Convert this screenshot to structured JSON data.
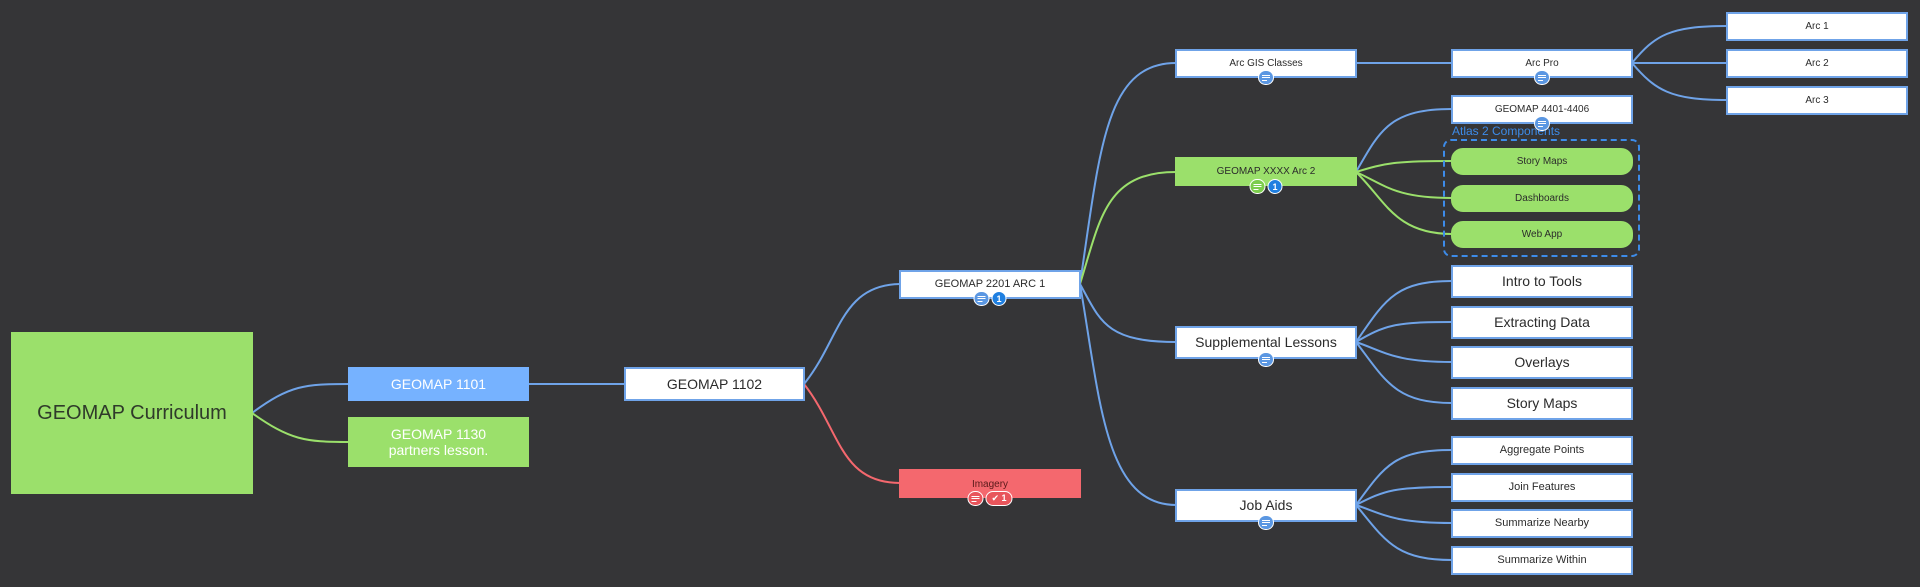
{
  "colors": {
    "background": "#353537",
    "link_blue": "#6fa3e8",
    "link_green": "#9be06b",
    "link_red": "#f4686e",
    "boundary": "#3d8be8"
  },
  "nodes": {
    "root": "GEOMAP Curriculum",
    "geomap_1101": "GEOMAP 1101",
    "geomap_1130": "GEOMAP 1130\npartners lesson.",
    "geomap_1102": "GEOMAP 1102",
    "geomap_2201": "GEOMAP 2201 ARC 1",
    "imagery": "Imagery",
    "arc_gis_classes": "Arc GIS Classes",
    "geomap_xxxx_arc2": "GEOMAP XXXX Arc 2",
    "supplemental_lessons": "Supplemental Lessons",
    "job_aids": "Job Aids",
    "arc_pro": "Arc Pro",
    "arc_1": "Arc 1",
    "arc_2": "Arc 2",
    "arc_3": "Arc 3",
    "geomap_4401_4406": "GEOMAP 4401-4406",
    "story_maps_comp": "Story Maps",
    "dashboards": "Dashboards",
    "web_app": "Web App",
    "intro_to_tools": "Intro to Tools",
    "extracting_data": "Extracting Data",
    "overlays": "Overlays",
    "story_maps_lesson": "Story Maps",
    "aggregate_points": "Aggregate Points",
    "join_features": "Join Features",
    "summarize_nearby": "Summarize Nearby",
    "summarize_within": "Summarize Within"
  },
  "boundary": {
    "label": "Atlas 2 Components"
  },
  "badges": {
    "geomap_2201_count": "1",
    "geomap_xxxx_count": "1",
    "imagery_task": "✔ 1"
  },
  "icons": {
    "note": "note-icon",
    "task": "check-icon"
  }
}
